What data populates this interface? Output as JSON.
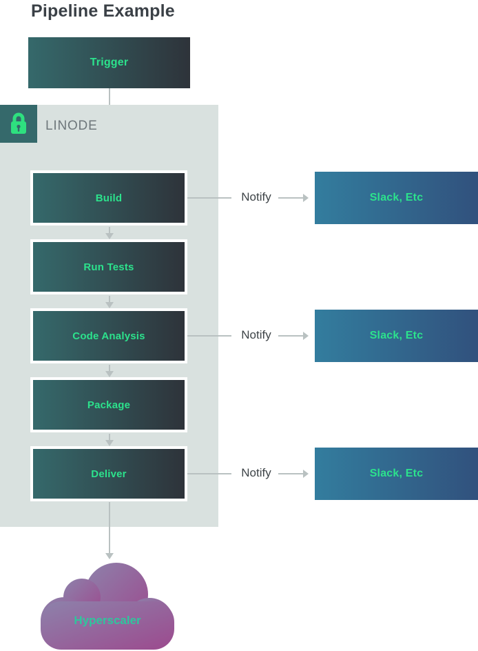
{
  "title": "Pipeline Example",
  "trigger": {
    "label": "Trigger"
  },
  "container": {
    "label": "LINODE",
    "lock_icon": "lock-icon",
    "stages": [
      {
        "label": "Build"
      },
      {
        "label": "Run Tests"
      },
      {
        "label": "Code Analysis"
      },
      {
        "label": "Package"
      },
      {
        "label": "Deliver"
      }
    ]
  },
  "notifications": [
    {
      "from": "Build",
      "label": "Notify",
      "target": "Slack, Etc"
    },
    {
      "from": "Code Analysis",
      "label": "Notify",
      "target": "Slack, Etc"
    },
    {
      "from": "Deliver",
      "label": "Notify",
      "target": "Slack, Etc"
    }
  ],
  "cloud": {
    "label": "Hyperscaler"
  },
  "colors": {
    "stage_gradient_start": "#35696b",
    "stage_gradient_end": "#2e333a",
    "notify_gradient_start": "#337d9e",
    "notify_gradient_end": "#31517d",
    "container_background": "#d9e1df",
    "label_green": "#2ce28c",
    "arrow_gray": "#b9c1c1",
    "cloud_gradient_start": "#8d82ab",
    "cloud_gradient_end": "#9c4a8e",
    "cloud_label_green": "#2fc69d",
    "title_color": "#3a4046"
  }
}
